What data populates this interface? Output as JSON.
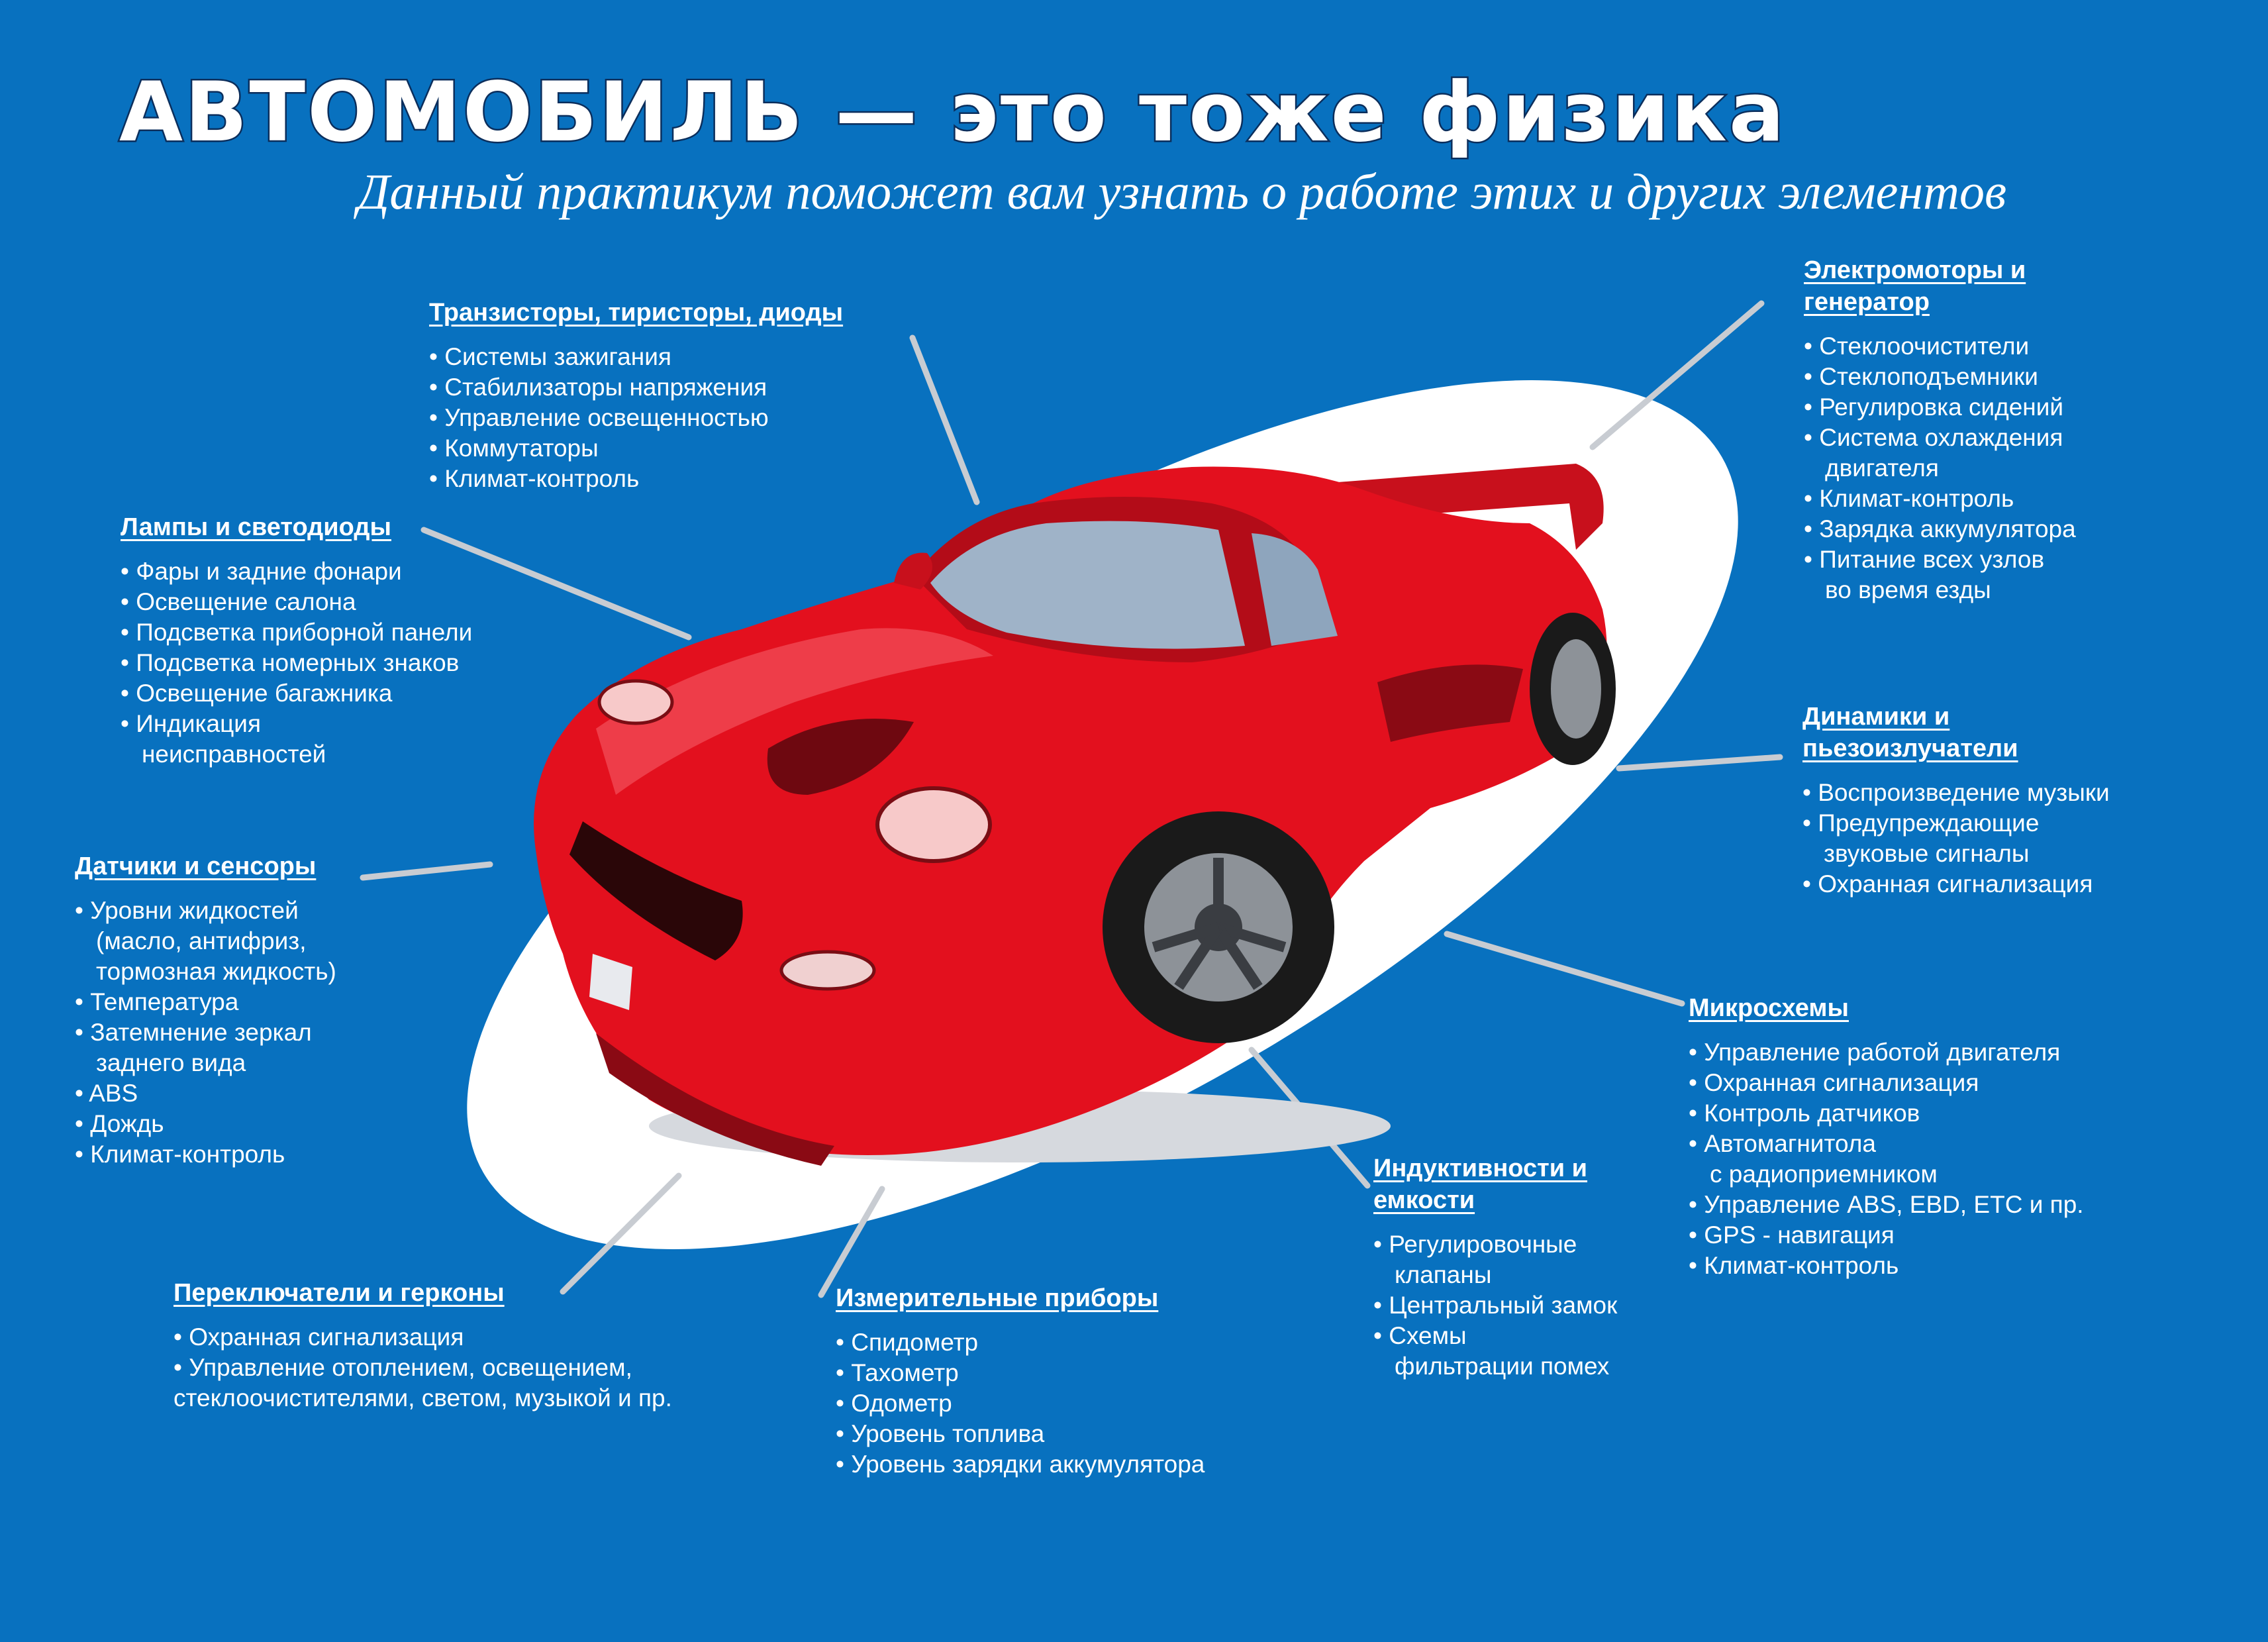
{
  "title": "АВТОМОБИЛЬ — это тоже физика",
  "subtitle": "Данный практикум поможет вам узнать о работе этих и других элементов",
  "colors": {
    "background": "#0871bf",
    "ellipse": "#ffffff",
    "car": "#e3101e",
    "leader_lines": "#c8ccd2"
  },
  "image": "red-sports-car",
  "sections": {
    "transistors": {
      "heading": "Транзисторы, тиристоры, диоды",
      "items": [
        "Системы зажигания",
        "Стабилизаторы напряжения",
        "Управление освещенностью",
        "Коммутаторы",
        "Климат-контроль"
      ]
    },
    "lamps": {
      "heading": "Лампы и светодиоды",
      "items": [
        "Фары и задние фонари",
        "Освещение салона",
        "Подсветка приборной панели",
        "Подсветка номерных знаков",
        "Освещение багажника",
        "Индикация\nнеисправностей"
      ]
    },
    "sensors": {
      "heading": "Датчики и сенсоры",
      "items": [
        "Уровни жидкостей\n(масло, антифриз,\nтормозная жидкость)",
        "Температура",
        "Затемнение зеркал\nзаднего вида",
        "ABS",
        "Дождь",
        "Климат-контроль"
      ]
    },
    "switches": {
      "heading": "Переключатели и герконы",
      "items": [
        "Охранная сигнализация",
        "Управление отоплением, освещением,\nстеклоочистителями, светом, музыкой и пр."
      ]
    },
    "instruments": {
      "heading": "Измерительные приборы",
      "items": [
        "Спидометр",
        "Тахометр",
        "Одометр",
        "Уровень топлива",
        "Уровень зарядки аккумулятора"
      ]
    },
    "inductance": {
      "heading_line1": "Индуктивности и",
      "heading_line2": "емкости",
      "items": [
        "Регулировочные\nклапаны",
        "Центральный замок",
        "Схемы\nфильтрации помех"
      ]
    },
    "chips": {
      "heading": "Микросхемы",
      "items": [
        "Управление работой двигателя",
        "Охранная сигнализация",
        "Контроль датчиков",
        "Автомагнитола\nс радиоприемником",
        "Управление ABS, EBD, ETC и пр.",
        "GPS - навигация",
        "Климат-контроль"
      ]
    },
    "speakers": {
      "heading_line1": "Динамики и",
      "heading_line2": "пьезоизлучатели",
      "items": [
        "Воспроизведение музыки",
        "Предупреждающие\nзвуковые сигналы",
        "Охранная сигнализация"
      ]
    },
    "motors": {
      "heading_line1": "Электромоторы и",
      "heading_line2": "генератор",
      "items": [
        "Стеклоочистители",
        "Стеклоподъемники",
        "Регулировка сидений",
        "Система охлаждения\nдвигателя",
        "Климат-контроль",
        "Зарядка аккумулятора",
        "Питание всех узлов\nво время езды"
      ]
    }
  }
}
